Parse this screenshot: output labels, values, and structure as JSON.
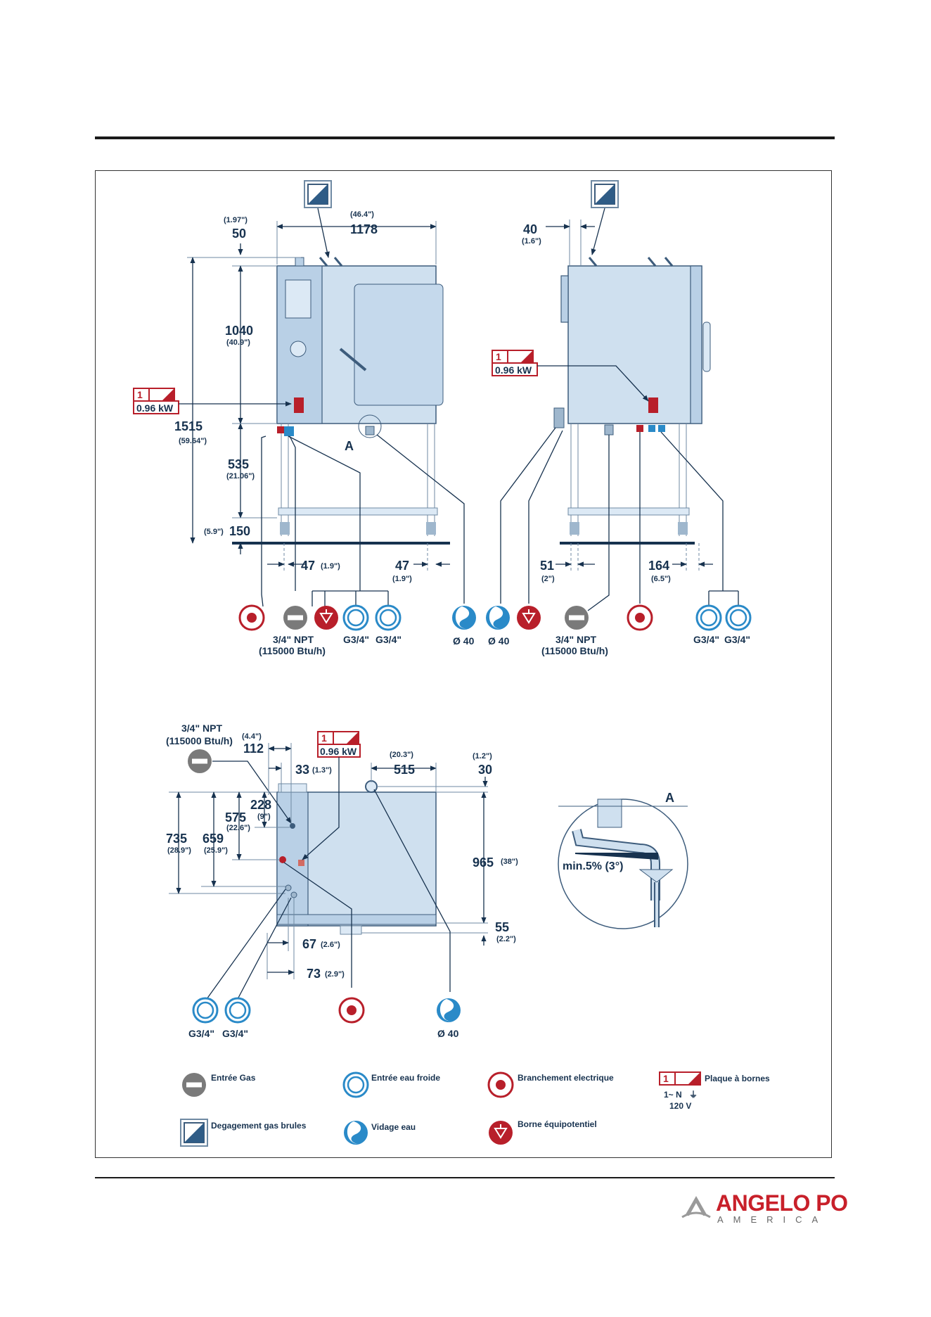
{
  "front": {
    "w_in": "(46.4\")",
    "w": "1178",
    "top_in": "(1.97\")",
    "top": "50",
    "h_door": "1040",
    "h_door_in": "(40.9\")",
    "h_total": "1515",
    "h_total_in": "(59.64\")",
    "h_stand": "535",
    "h_stand_in": "(21.06\")",
    "floor_in": "(5.9\")",
    "floor": "150",
    "left_off": "47",
    "left_off_in": "(1.9\")",
    "right_off": "47",
    "right_off_in": "(1.9\")",
    "detail_mark": "A",
    "plate_num": "1",
    "plate_kw": "0.96 kW",
    "gas_label": "3/4\" NPT",
    "gas_btu": "(115000 Btu/h)",
    "water1": "G3/4\"",
    "water2": "G3/4\"",
    "drain": "Ø 40"
  },
  "side": {
    "top": "40",
    "top_in": "(1.6\")",
    "plate_num": "1",
    "plate_kw": "0.96 kW",
    "left_off": "51",
    "left_off_in": "(2\")",
    "right_off": "164",
    "right_off_in": "(6.5\")",
    "drain": "Ø 40",
    "gas_label": "3/4\" NPT",
    "gas_btu": "(115000 Btu/h)",
    "water1": "G3/4\"",
    "water2": "G3/4\""
  },
  "top": {
    "gas_label": "3/4\" NPT",
    "gas_btu": "(115000 Btu/h)",
    "d112_in": "(4.4\")",
    "d112": "112",
    "plate_num": "1",
    "plate_kw": "0.96 kW",
    "d515_in": "(20.3\")",
    "d515": "515",
    "d30_in": "(1.2\")",
    "d30": "30",
    "d33": "33",
    "d33_in": "(1.3\")",
    "d228": "228",
    "d228_in": "(9\")",
    "d575": "575",
    "d575_in": "(22.6\")",
    "d735": "735",
    "d735_in": "(28.9\")",
    "d659": "659",
    "d659_in": "(25.9\")",
    "d965": "965",
    "d965_in": "(38\")",
    "d55": "55",
    "d55_in": "(2.2\")",
    "d67": "67",
    "d67_in": "(2.6\")",
    "d73": "73",
    "d73_in": "(2.9\")",
    "water1": "G3/4\"",
    "water2": "G3/4\"",
    "drain": "Ø 40"
  },
  "detail": {
    "mark": "A",
    "slope": "min.5% (3°)"
  },
  "legend": {
    "gas": "Entrée Gas",
    "cold_water": "Entrée eau froide",
    "electric": "Branchement electrique",
    "terminal": "Plaque à bornes",
    "terminal_num": "1",
    "terminal_spec1": "1~ N",
    "terminal_spec2": "120 V",
    "exhaust": "Degagement gas brules",
    "drain": "Vidage eau",
    "equipotential": "Borne équipotentiel"
  },
  "logo": {
    "brand": "ANGELO PO",
    "sub": "AMERICA"
  }
}
